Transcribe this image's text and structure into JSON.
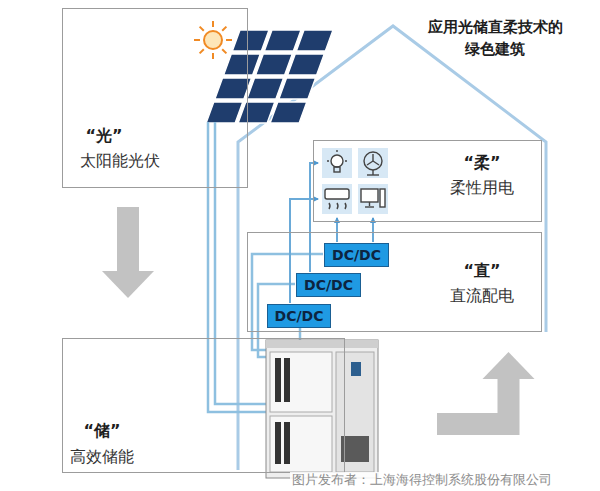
{
  "diagram": {
    "title": "应用光储直柔技术的绿色建筑",
    "nodes": [
      {
        "text": [
          "“光”",
          "太阳能光伏"
        ]
      },
      {
        "text": [
          "“柔”",
          "柔性用电"
        ]
      },
      {
        "text": [
          "“直”",
          "直流配电"
        ]
      },
      {
        "text": [
          "DC/DC"
        ],
        "in": 2
      },
      {
        "text": [
          "DC/DC"
        ],
        "in": 2
      },
      {
        "text": [
          "DC/DC"
        ],
        "in": 2
      },
      {
        "text": [
          "“储”",
          "高效储能"
        ]
      }
    ],
    "edges": [
      {
        "from": 0,
        "to": 6,
        "arrow": "to"
      },
      {
        "from": 6,
        "to": 2,
        "arrow": "to"
      }
    ],
    "labels": [
      "图片发布者：上海海得控制系统股份有限公司"
    ]
  }
}
